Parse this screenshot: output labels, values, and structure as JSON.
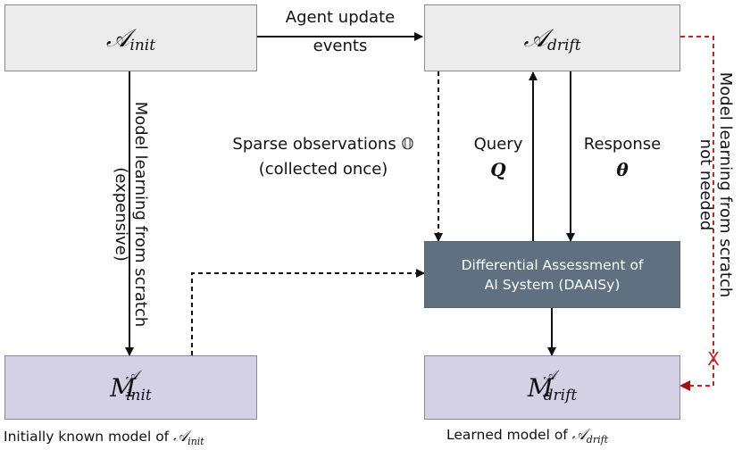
{
  "boxes": {
    "a_init": {
      "symbol": "𝒜",
      "sub": "init"
    },
    "a_drift": {
      "symbol": "𝒜",
      "sub": "drift"
    },
    "daaisy": {
      "line1": "Differential Assessment of",
      "line2": "AI System (DAAISy)"
    },
    "m_init": {
      "symbol": "M",
      "sup": "𝒜",
      "sub": "init"
    },
    "m_drift": {
      "symbol": "M",
      "sup": "𝒜",
      "sub": "drift"
    }
  },
  "labels": {
    "agent_update_1": "Agent update",
    "agent_update_2": "events",
    "sparse_obs_1": "Sparse observations 𝕆",
    "sparse_obs_2": "(collected once)",
    "query_1": "Query",
    "query_2": "Q",
    "response_1": "Response",
    "response_2": "θ",
    "model_learning_1": "Model learning from scratch",
    "model_learning_2": "(expensive)",
    "not_needed_1": "Model learning from scratch",
    "not_needed_2": "not needed",
    "cross_mark": "X"
  },
  "captions": {
    "init_prefix": "Initially known model of ",
    "init_symbol": "𝒜",
    "init_sub": "init",
    "drift_prefix": "Learned model of ",
    "drift_symbol": "𝒜",
    "drift_sub": "drift"
  },
  "colors": {
    "arrow": "#111111",
    "red_dashed": "#cc1f1f",
    "red_arrowhead": "#a11212",
    "daaisy_fill": "#5f7181",
    "model_fill": "#d4d0e6",
    "agent_fill": "#ececec"
  }
}
